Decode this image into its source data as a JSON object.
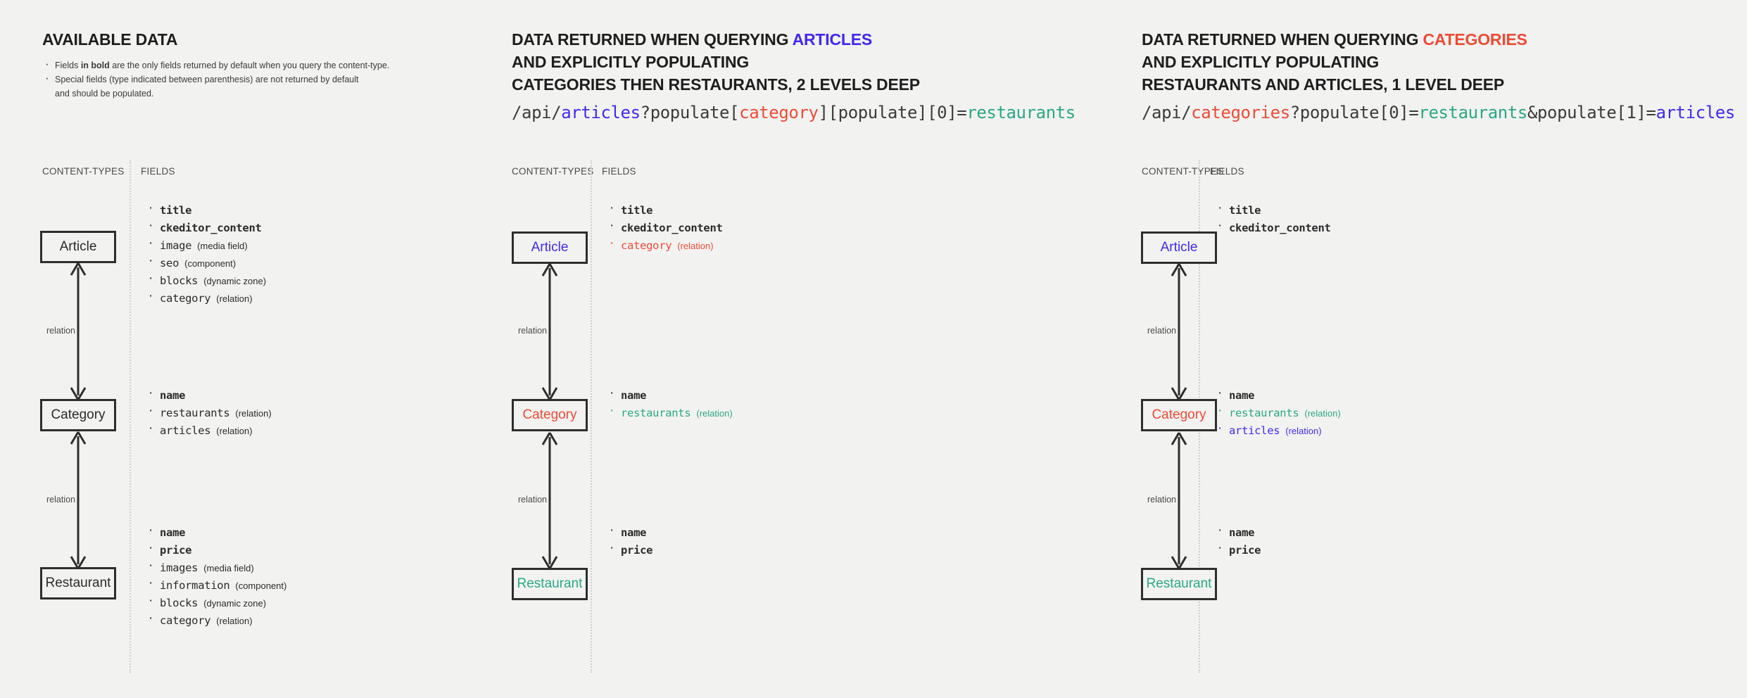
{
  "theme": {
    "background": "#f2f2f1",
    "ink": "#2b2b2b",
    "blue": "#4229ef",
    "red": "#ee4b35",
    "teal": "#2aa884",
    "divider": "#cfcfcc"
  },
  "columns": [
    {
      "id": "available-data",
      "heading_lines": [
        "AVAILABLE DATA"
      ],
      "heading_plain": "AVAILABLE DATA",
      "intro_bullets": [
        {
          "pre": "Fields ",
          "bold": "in bold",
          "post": " are the only fields returned by default when you query the content-type."
        },
        {
          "pre": "Special fields (type indicated between parenthesis) are not returned by default",
          "bold": "",
          "post": ""
        },
        {
          "pre": "and should be populated.",
          "bold": "",
          "post": "",
          "continuation": true
        }
      ],
      "sublabels": {
        "content_types": "CONTENT-TYPES",
        "fields": "FIELDS"
      },
      "entities": [
        {
          "name": "Article",
          "color": "default"
        },
        {
          "name": "Category",
          "color": "default"
        },
        {
          "name": "Restaurant",
          "color": "default"
        }
      ],
      "relations": [
        {
          "label": "relation"
        },
        {
          "label": "relation"
        }
      ],
      "field_groups": [
        {
          "entity": "Article",
          "fields": [
            {
              "name": "title",
              "type": "",
              "bold": true,
              "color": "default"
            },
            {
              "name": "ckeditor_content",
              "type": "",
              "bold": true,
              "color": "default"
            },
            {
              "name": "image",
              "type": "(media field)",
              "bold": false,
              "color": "default"
            },
            {
              "name": "seo",
              "type": "(component)",
              "bold": false,
              "color": "default"
            },
            {
              "name": "blocks",
              "type": "(dynamic zone)",
              "bold": false,
              "color": "default"
            },
            {
              "name": "category",
              "type": "(relation)",
              "bold": false,
              "color": "default"
            }
          ]
        },
        {
          "entity": "Category",
          "fields": [
            {
              "name": "name",
              "type": "",
              "bold": true,
              "color": "default"
            },
            {
              "name": "restaurants",
              "type": "(relation)",
              "bold": false,
              "color": "default"
            },
            {
              "name": "articles",
              "type": "(relation)",
              "bold": false,
              "color": "default"
            }
          ]
        },
        {
          "entity": "Restaurant",
          "fields": [
            {
              "name": "name",
              "type": "",
              "bold": true,
              "color": "default"
            },
            {
              "name": "price",
              "type": "",
              "bold": true,
              "color": "default"
            },
            {
              "name": "images",
              "type": "(media field)",
              "bold": false,
              "color": "default"
            },
            {
              "name": "information",
              "type": "(component)",
              "bold": false,
              "color": "default"
            },
            {
              "name": "blocks",
              "type": "(dynamic zone)",
              "bold": false,
              "color": "default"
            },
            {
              "name": "category",
              "type": "(relation)",
              "bold": false,
              "color": "default"
            }
          ]
        }
      ]
    },
    {
      "id": "query-articles",
      "heading_lines": [
        {
          "text": "DATA RETURNED WHEN QUERYING ",
          "highlight": "ARTICLES",
          "highlight_color": "blue"
        },
        {
          "text": "AND EXPLICITLY POPULATING",
          "highlight": "",
          "highlight_color": ""
        },
        {
          "text": "CATEGORIES THEN RESTAURANTS, 2 LEVELS DEEP",
          "highlight": "",
          "highlight_color": ""
        }
      ],
      "endpoint_parts": [
        {
          "text": "/api/",
          "color": "default"
        },
        {
          "text": "articles",
          "color": "blue"
        },
        {
          "text": "?populate[",
          "color": "default"
        },
        {
          "text": "category",
          "color": "red"
        },
        {
          "text": "][populate][0]=",
          "color": "default"
        },
        {
          "text": "restaurants",
          "color": "teal"
        }
      ],
      "endpoint_plain": "/api/articles?populate[category][populate][0]=restaurants",
      "sublabels": {
        "content_types": "CONTENT-TYPES",
        "fields": "FIELDS"
      },
      "entities": [
        {
          "name": "Article",
          "color": "blue"
        },
        {
          "name": "Category",
          "color": "red"
        },
        {
          "name": "Restaurant",
          "color": "teal"
        }
      ],
      "relations": [
        {
          "label": "relation"
        },
        {
          "label": "relation"
        }
      ],
      "field_groups": [
        {
          "entity": "Article",
          "fields": [
            {
              "name": "title",
              "type": "",
              "bold": true,
              "color": "default"
            },
            {
              "name": "ckeditor_content",
              "type": "",
              "bold": true,
              "color": "default"
            },
            {
              "name": "category",
              "type": "(relation)",
              "bold": false,
              "color": "red"
            }
          ]
        },
        {
          "entity": "Category",
          "fields": [
            {
              "name": "name",
              "type": "",
              "bold": true,
              "color": "default"
            },
            {
              "name": "restaurants",
              "type": "(relation)",
              "bold": false,
              "color": "teal"
            }
          ]
        },
        {
          "entity": "Restaurant",
          "fields": [
            {
              "name": "name",
              "type": "",
              "bold": true,
              "color": "default"
            },
            {
              "name": "price",
              "type": "",
              "bold": true,
              "color": "default"
            }
          ]
        }
      ]
    },
    {
      "id": "query-categories",
      "heading_lines": [
        {
          "text": "DATA RETURNED WHEN QUERYING ",
          "highlight": "CATEGORIES",
          "highlight_color": "red"
        },
        {
          "text": "AND EXPLICITLY POPULATING",
          "highlight": "",
          "highlight_color": ""
        },
        {
          "text": "RESTAURANTS AND ARTICLES, 1 LEVEL DEEP",
          "highlight": "",
          "highlight_color": ""
        }
      ],
      "endpoint_parts": [
        {
          "text": "/api/",
          "color": "default"
        },
        {
          "text": "categories",
          "color": "red"
        },
        {
          "text": "?populate[0]=",
          "color": "default"
        },
        {
          "text": "restaurants",
          "color": "teal"
        },
        {
          "text": "&populate[1]=",
          "color": "default"
        },
        {
          "text": "articles",
          "color": "blue"
        }
      ],
      "endpoint_plain": "/api/categories?populate[0]=restaurants&populate[1]=articles",
      "sublabels": {
        "content_types": "CONTENT-TYPES",
        "fields": "FIELDS"
      },
      "entities": [
        {
          "name": "Article",
          "color": "blue"
        },
        {
          "name": "Category",
          "color": "red"
        },
        {
          "name": "Restaurant",
          "color": "teal"
        }
      ],
      "relations": [
        {
          "label": "relation"
        },
        {
          "label": "relation"
        }
      ],
      "field_groups": [
        {
          "entity": "Article",
          "fields": [
            {
              "name": "title",
              "type": "",
              "bold": true,
              "color": "default"
            },
            {
              "name": "ckeditor_content",
              "type": "",
              "bold": true,
              "color": "default"
            }
          ]
        },
        {
          "entity": "Category",
          "fields": [
            {
              "name": "name",
              "type": "",
              "bold": true,
              "color": "default"
            },
            {
              "name": "restaurants",
              "type": "(relation)",
              "bold": false,
              "color": "teal"
            },
            {
              "name": "articles",
              "type": "(relation)",
              "bold": false,
              "color": "blue"
            }
          ]
        },
        {
          "entity": "Restaurant",
          "fields": [
            {
              "name": "name",
              "type": "",
              "bold": true,
              "color": "default"
            },
            {
              "name": "price",
              "type": "",
              "bold": true,
              "color": "default"
            }
          ]
        }
      ]
    }
  ]
}
